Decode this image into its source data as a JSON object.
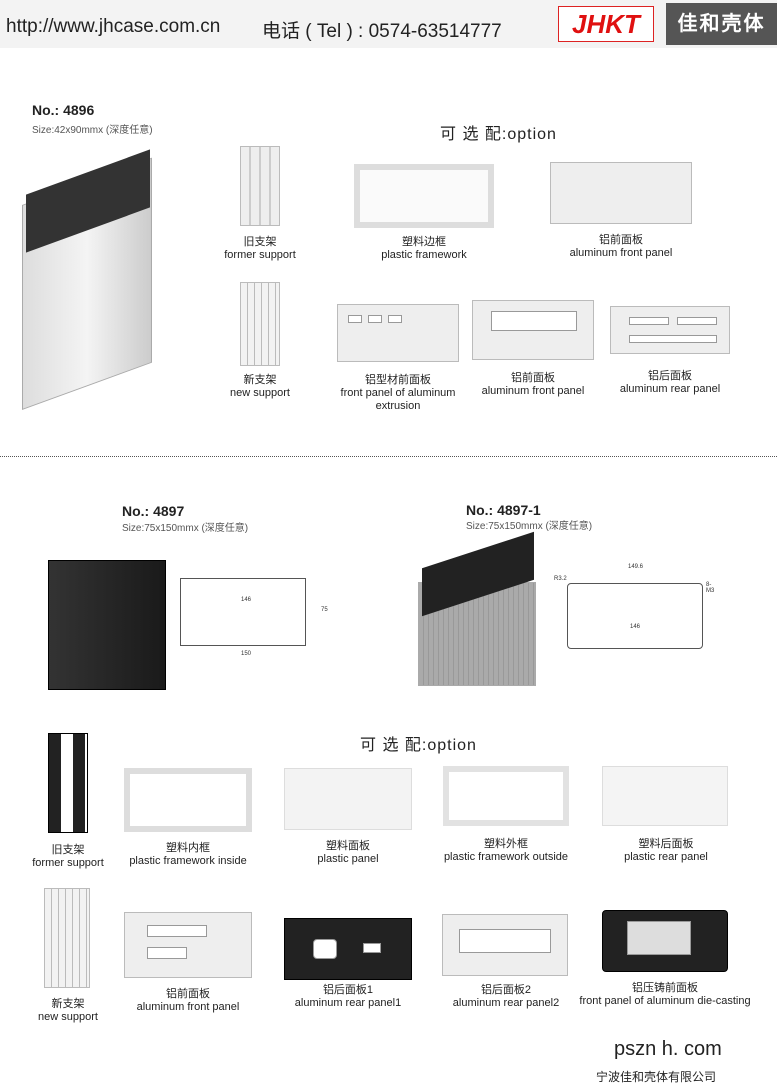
{
  "header": {
    "url": "http://www.jhcase.com.cn",
    "tel": "电话 ( Tel ) : 0574-63514777",
    "logo": "JHKT",
    "brand": "佳和壳体"
  },
  "section1": {
    "no": "No.: 4896",
    "size": "Size:42x90mmx (深度任意)",
    "option": "可 选 配:option",
    "items": [
      {
        "cn": "旧支架",
        "en": "former support"
      },
      {
        "cn": "新支架",
        "en": "new support"
      },
      {
        "cn": "塑料边框",
        "en": "plastic framework"
      },
      {
        "cn": "铝前面板",
        "en": "aluminum front panel"
      },
      {
        "cn": "铝型材前面板",
        "en": "front panel of aluminum extrusion"
      },
      {
        "cn": "铝前面板",
        "en": "aluminum front panel"
      },
      {
        "cn": "铝后面板",
        "en": "aluminum rear panel"
      }
    ]
  },
  "section2": {
    "a": {
      "no": "No.: 4897",
      "size": "Size:75x150mmx (深度任意)",
      "dims": [
        "146",
        "150",
        "75"
      ]
    },
    "b": {
      "no": "No.: 4897-1",
      "size": "Size:75x150mmx (深度任意)",
      "dims": [
        "149.6",
        "146",
        "R3.2",
        "8-M3"
      ]
    },
    "option": "可 选 配:option",
    "row1": [
      {
        "cn": "旧支架",
        "en": "former support"
      },
      {
        "cn": "塑料内框",
        "en": "plastic framework inside"
      },
      {
        "cn": "塑料面板",
        "en": "plastic panel"
      },
      {
        "cn": "塑料外框",
        "en": "plastic framework outside"
      },
      {
        "cn": "塑料后面板",
        "en": "plastic rear panel"
      }
    ],
    "row2": [
      {
        "cn": "新支架",
        "en": "new support"
      },
      {
        "cn": "铝前面板",
        "en": "aluminum front panel"
      },
      {
        "cn": "铝后面板1",
        "en": "aluminum rear panel1"
      },
      {
        "cn": "铝后面板2",
        "en": "aluminum rear panel2"
      },
      {
        "cn": "铝压铸前面板",
        "en": "front panel of aluminum die-casting"
      }
    ]
  },
  "footer": {
    "site": "pszn h. com",
    "company": "宁波佳和壳体有限公司"
  }
}
